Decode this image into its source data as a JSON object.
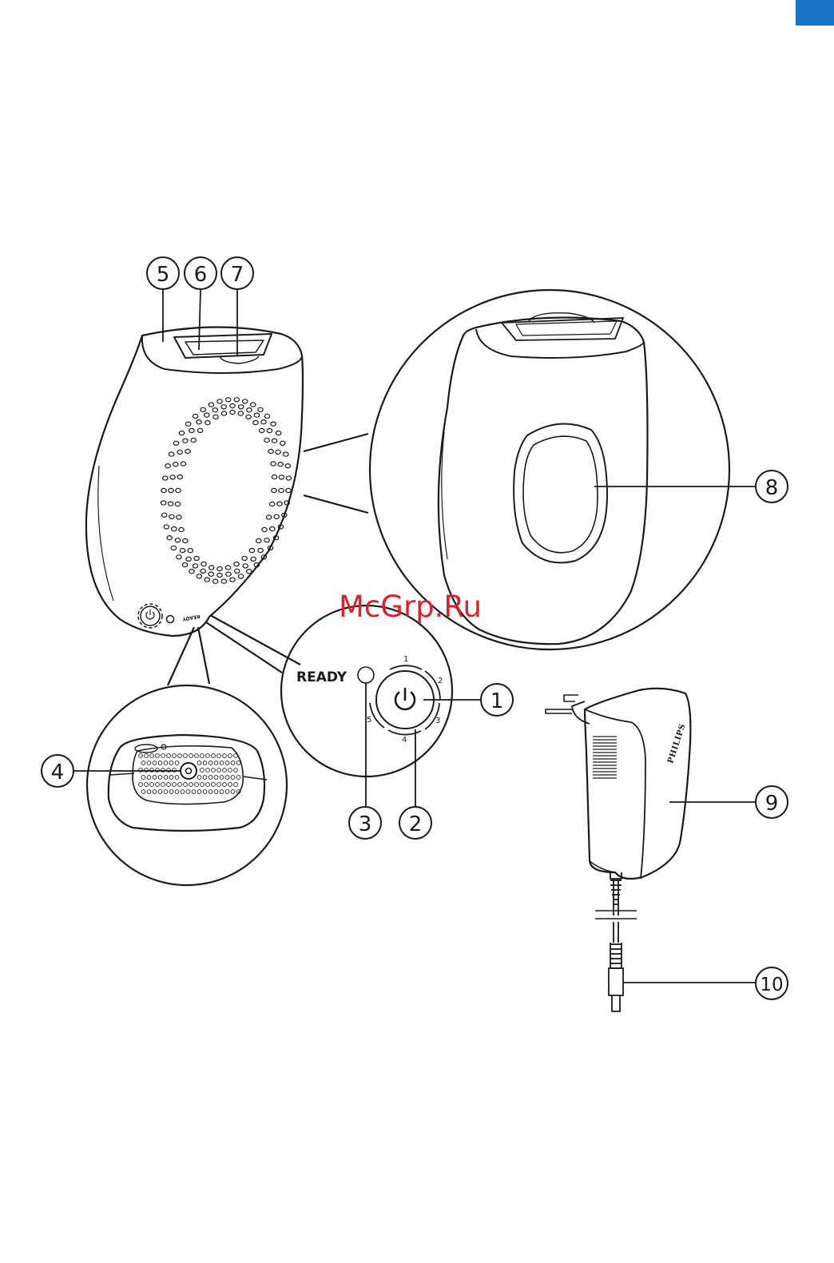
{
  "accent_color": "#1a75c9",
  "watermark_color": "#d9232a",
  "watermark": "McGrp.Ru",
  "callouts": [
    "1",
    "2",
    "3",
    "4",
    "5",
    "6",
    "7",
    "8",
    "9",
    "10"
  ],
  "control_panel": {
    "ready_label": "READY",
    "levels": [
      "1",
      "2",
      "3",
      "4",
      "5"
    ]
  },
  "adapter": {
    "brand": "PHILIPS"
  }
}
